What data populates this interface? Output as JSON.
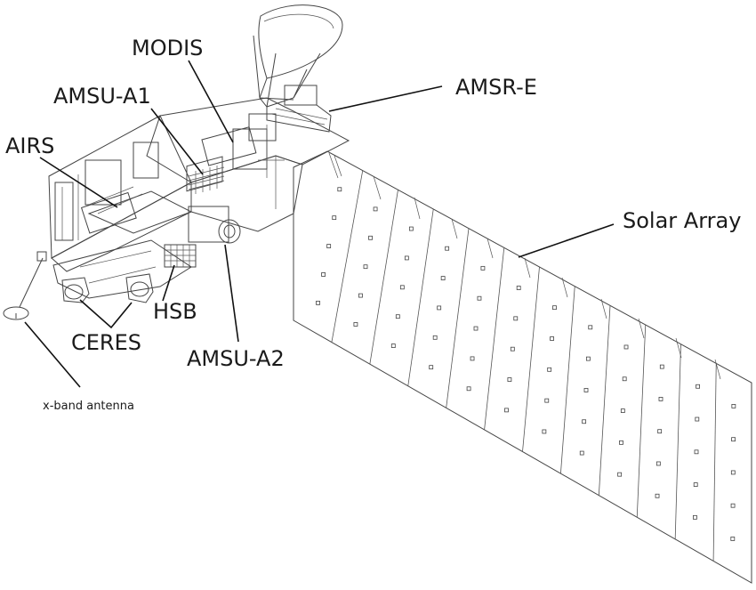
{
  "labels": {
    "modis": "MODIS",
    "amsu_a1": "AMSU-A1",
    "amsr_e": "AMSR-E",
    "airs": "AIRS",
    "solar_array": "Solar Array",
    "hsb": "HSB",
    "ceres": "CERES",
    "amsu_a2": "AMSU-A2",
    "x_band_antenna": "x-band antenna"
  },
  "colors": {
    "ink": "#444444",
    "text": "#1a1a1a",
    "background": "#ffffff"
  }
}
